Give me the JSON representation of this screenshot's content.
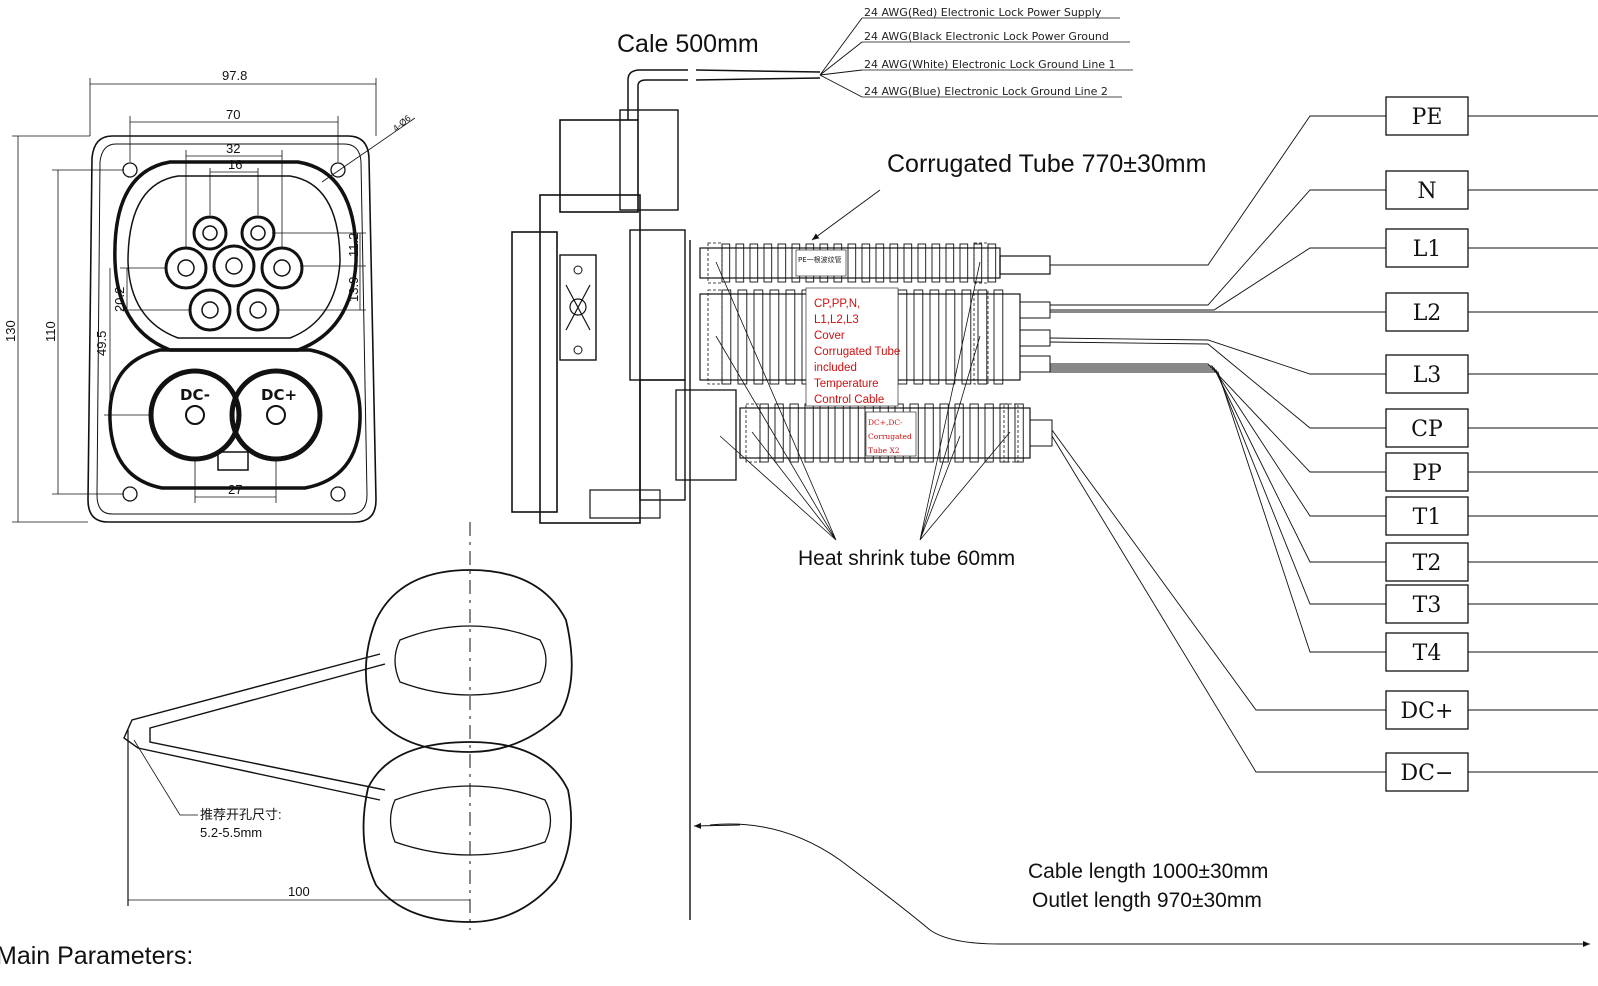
{
  "dimensions": {
    "width_total": "97.8",
    "width_holes": "70",
    "pin_span_32": "32",
    "pin_span_16": "16",
    "pin_11_2": "11.2",
    "pin_13_9": "13.9",
    "pin_20_2": "20.2",
    "pin_49_5": "49.5",
    "height_total": "130",
    "height_holes": "110",
    "dc_span": "27",
    "hole_spec": "4-Ø6",
    "cap_span": "100"
  },
  "pins": {
    "dc_minus": "DC-",
    "dc_plus": "DC+"
  },
  "cable": {
    "cale_label": "Cale 500mm",
    "wires": [
      "24 AWG(Red) Electronic Lock Power Supply",
      "24 AWG(Black  Electronic Lock Power Ground",
      "24 AWG(White) Electronic Lock Ground Line 1",
      "24 AWG(Blue) Electronic Lock Ground Line 2"
    ]
  },
  "tube_labels": {
    "corrugated": "Corrugated Tube 770±30mm",
    "heat_shrink": "Heat shrink tube 60mm",
    "pe_tube": "PE一根波纹管",
    "cover_lines": [
      "CP,PP,N,",
      "L1,L2,L3",
      "Cover",
      "Corrugated Tube",
      "included",
      "Temperature",
      "Control Cable"
    ],
    "dc_tube_lines": [
      "DC+,DC-",
      "Corrugated",
      "Tube X2"
    ]
  },
  "terminals": [
    "PE",
    "N",
    "L1",
    "L2",
    "L3",
    "CP",
    "PP",
    "T1",
    "T2",
    "T3",
    "T4",
    "DC+",
    "DC−"
  ],
  "lengths": {
    "cable_length": "Cable length 1000±30mm",
    "outlet_length": "Outlet length 970±30mm"
  },
  "hole_note": {
    "line1": "推荐开孔尺寸:",
    "line2": "5.2-5.5mm"
  },
  "footer": {
    "main_params": "Main Parameters:"
  }
}
